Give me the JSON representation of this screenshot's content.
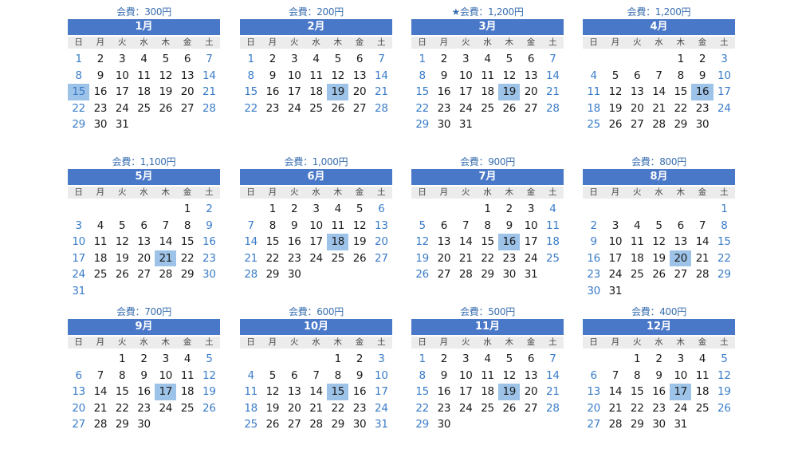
{
  "weekdays": [
    "日",
    "月",
    "火",
    "水",
    "木",
    "金",
    "土"
  ],
  "colors": {
    "header": "#4a78c8",
    "weekend": "#3a7cc8",
    "highlight": "#9ec3e8"
  },
  "months": [
    {
      "title": "1月",
      "fee": "会費：300円",
      "start": 0,
      "days": 31,
      "highlight": 15
    },
    {
      "title": "2月",
      "fee": "会費：200円",
      "start": 0,
      "days": 28,
      "highlight": 19
    },
    {
      "title": "3月",
      "fee": "★会費：1,200円",
      "start": 0,
      "days": 31,
      "highlight": 19
    },
    {
      "title": "4月",
      "fee": "会費：1,200円",
      "start": 4,
      "days": 30,
      "highlight": 16
    },
    {
      "title": "5月",
      "fee": "会費：1,100円",
      "start": 5,
      "days": 31,
      "highlight": 21
    },
    {
      "title": "6月",
      "fee": "会費：1,000円",
      "start": 1,
      "days": 30,
      "highlight": 18
    },
    {
      "title": "7月",
      "fee": "会費：900円",
      "start": 3,
      "days": 31,
      "highlight": 16
    },
    {
      "title": "8月",
      "fee": "会費：800円",
      "start": 6,
      "days": 31,
      "highlight": 20
    },
    {
      "title": "9月",
      "fee": "会費：700円",
      "start": 2,
      "days": 30,
      "highlight": 17
    },
    {
      "title": "10月",
      "fee": "会費：600円",
      "start": 4,
      "days": 31,
      "highlight": 15
    },
    {
      "title": "11月",
      "fee": "会費：500円",
      "start": 0,
      "days": 30,
      "highlight": 19
    },
    {
      "title": "12月",
      "fee": "会費：400円",
      "start": 2,
      "days": 31,
      "highlight": 17
    }
  ]
}
